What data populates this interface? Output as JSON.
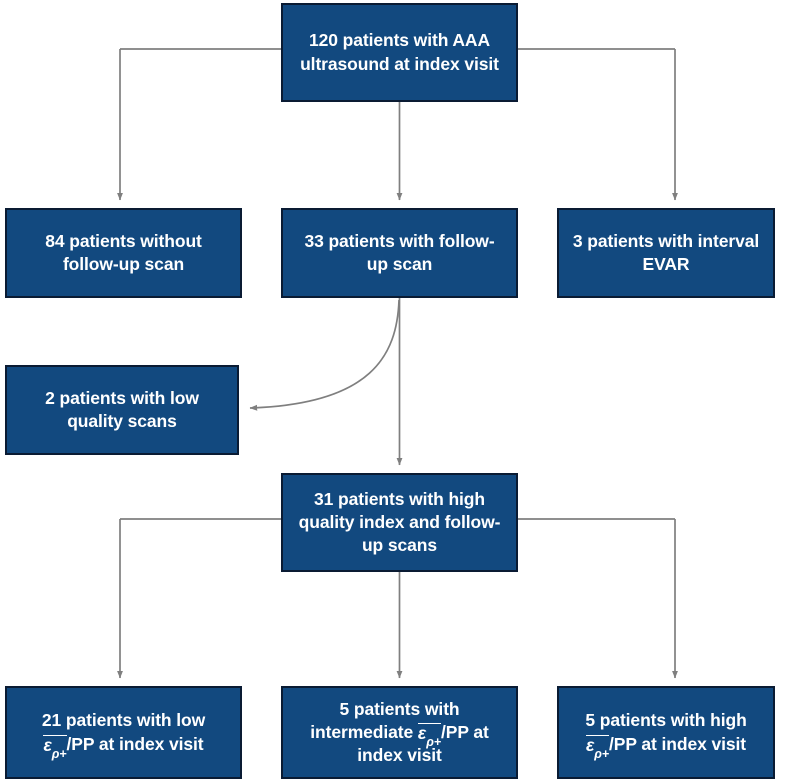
{
  "figure": {
    "type": "flowchart",
    "title": "AAA ultrasound patient selection flow diagram",
    "colors": {
      "node_fill": "#12497F",
      "node_border": "#0A1B33",
      "node_text": "#FFFFFF",
      "connector": "#7F7F7F",
      "background": "#FFFFFF"
    }
  },
  "nodes": {
    "index_visit": {
      "id": "index-visit",
      "count": 120,
      "line1": "120 patients with AAA",
      "line2": "ultrasound at index visit",
      "full_text": "120 patients with AAA ultrasound at index visit"
    },
    "no_followup": {
      "id": "no-followup",
      "count": 84,
      "line1": "84 patients without",
      "line2": "follow-up scan",
      "full_text": "84 patients without follow-up scan"
    },
    "followup": {
      "id": "followup",
      "count": 33,
      "line1": "33 patients with follow-",
      "line2": "up scan",
      "full_text": "33 patients with follow-up scan"
    },
    "evar": {
      "id": "interval-evar",
      "count": 3,
      "line1": "3 patients with interval",
      "line2": "EVAR",
      "full_text": "3 patients with interval EVAR"
    },
    "low_quality": {
      "id": "low-quality-scans",
      "count": 2,
      "line1": "2 patients with low",
      "line2": "quality scans",
      "full_text": "2 patients with low quality scans"
    },
    "high_quality": {
      "id": "high-quality-scans",
      "count": 31,
      "line1": "31 patients with high",
      "line2": "quality index and follow-",
      "line3": "up scans",
      "full_text": "31 patients with high quality index and follow-up scans"
    },
    "low_strain": {
      "id": "low-strain",
      "count": 21,
      "prefix": "21 patients with low",
      "symbol_epsilon": "ε",
      "symbol_subscript": "ρ+",
      "symbol_label": "mean epsilon rho-plus over PP",
      "suffix": "/PP at index visit",
      "full_text": "21 patients with low ε̄ρ+/PP at index visit"
    },
    "intermediate_strain": {
      "id": "intermediate-strain",
      "count": 5,
      "line1": "5 patients with",
      "prefix": "intermediate",
      "symbol_epsilon": "ε",
      "symbol_subscript": "ρ+",
      "symbol_label": "mean epsilon rho-plus over PP",
      "suffix": "/PP at",
      "line3": "index visit",
      "full_text": "5 patients with intermediate ε̄ρ+/PP at index visit"
    },
    "high_strain": {
      "id": "high-strain",
      "count": 5,
      "prefix": "5 patients with high",
      "symbol_epsilon": "ε",
      "symbol_subscript": "ρ+",
      "symbol_label": "mean epsilon rho-plus over PP",
      "suffix": "/PP at index visit",
      "full_text": "5 patients with high ε̄ρ+/PP at index visit"
    }
  },
  "edges": [
    {
      "from": "index_visit",
      "to": "no_followup",
      "style": "elbow-arrow"
    },
    {
      "from": "index_visit",
      "to": "followup",
      "style": "straight-arrow"
    },
    {
      "from": "index_visit",
      "to": "evar",
      "style": "elbow-arrow"
    },
    {
      "from": "followup",
      "to": "low_quality",
      "style": "curved-arrow"
    },
    {
      "from": "followup",
      "to": "high_quality",
      "style": "straight-arrow"
    },
    {
      "from": "high_quality",
      "to": "low_strain",
      "style": "elbow-arrow"
    },
    {
      "from": "high_quality",
      "to": "intermediate_strain",
      "style": "straight-arrow"
    },
    {
      "from": "high_quality",
      "to": "high_strain",
      "style": "elbow-arrow"
    }
  ]
}
